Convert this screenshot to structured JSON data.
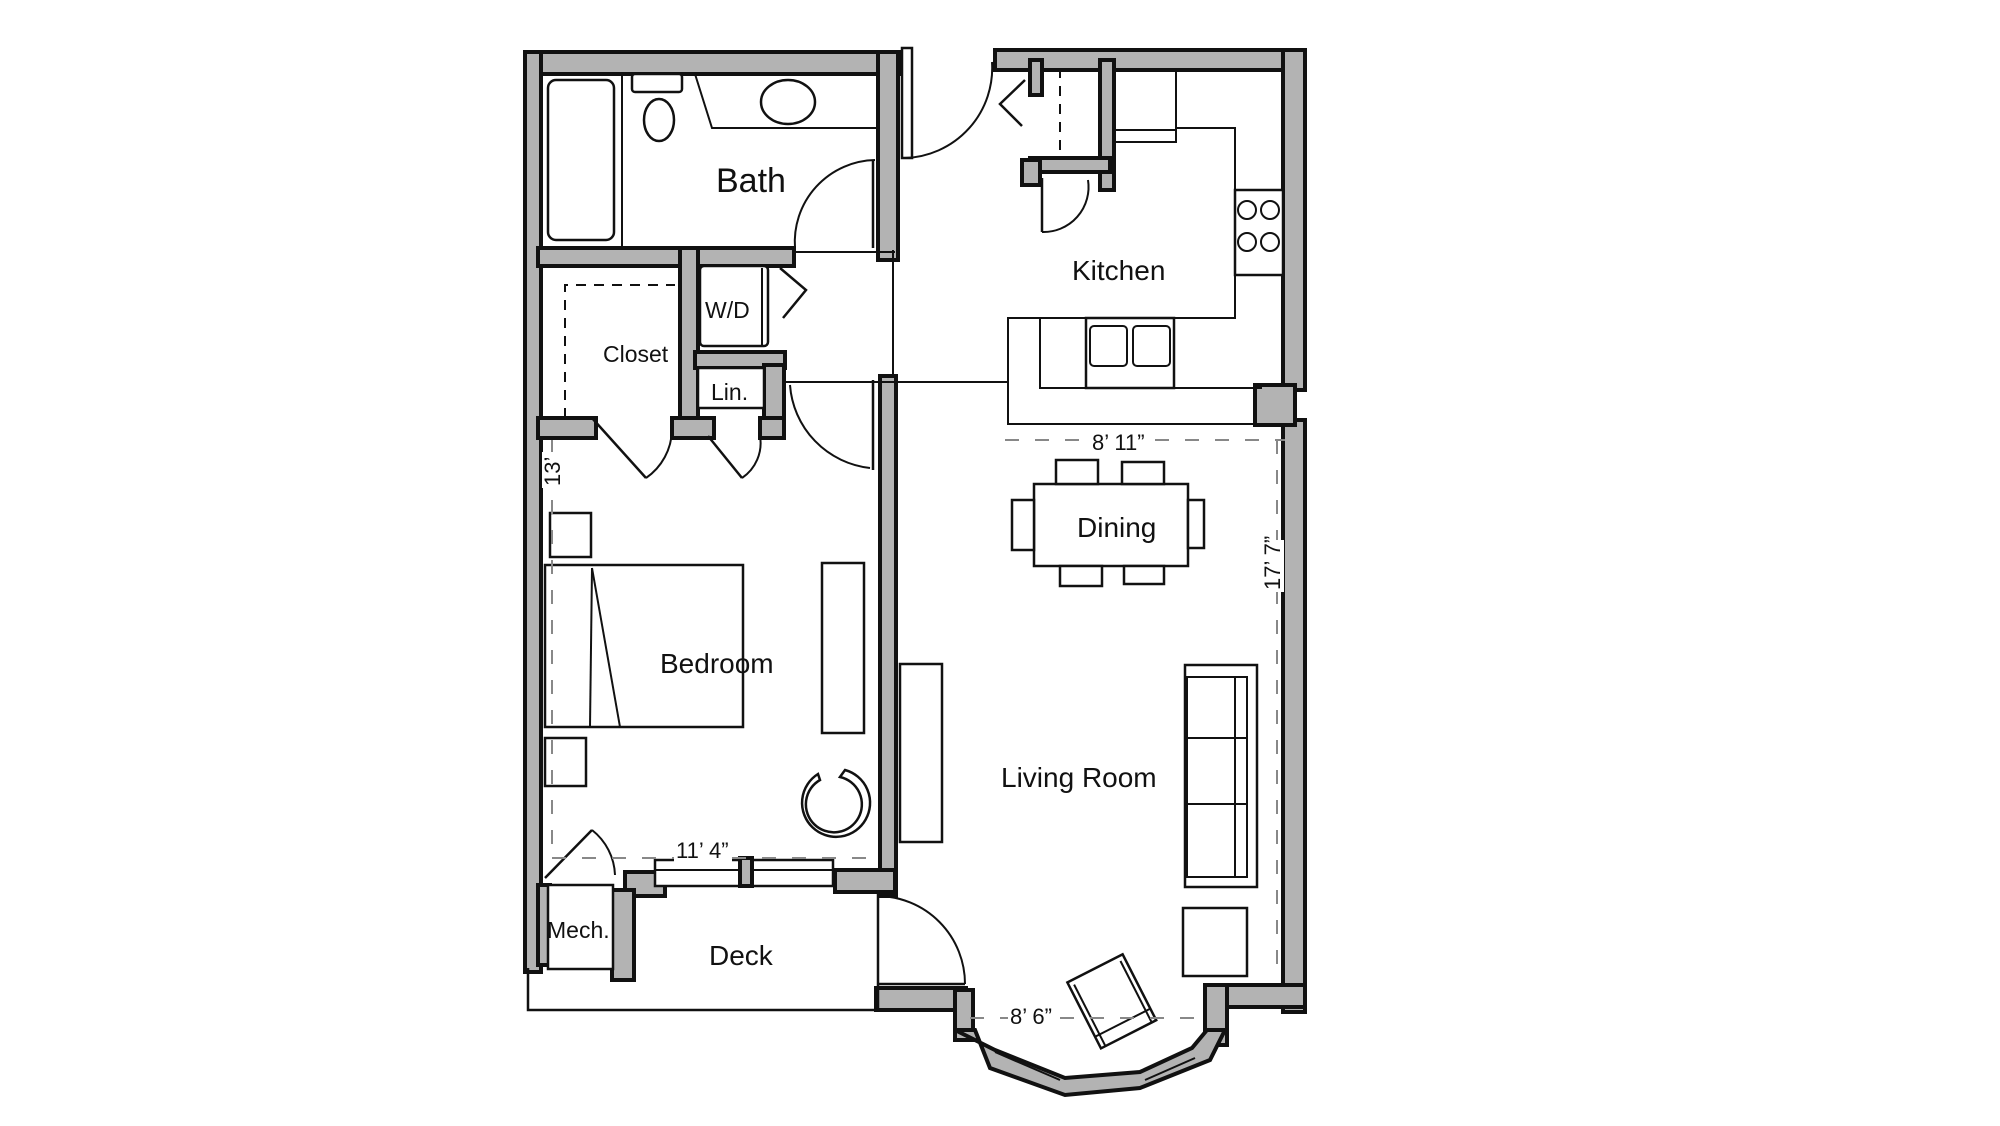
{
  "floor_plan": {
    "wall_color": "#b3b3b3",
    "line_color": "#111111",
    "background": "#ffffff",
    "rooms": {
      "bath": "Bath",
      "kitchen": "Kitchen",
      "closet": "Closet",
      "wd": "W/D",
      "linen": "Lin.",
      "dining": "Dining",
      "bedroom": "Bedroom",
      "living_room": "Living Room",
      "mech": "Mech.",
      "deck": "Deck"
    },
    "dimensions": {
      "dining_width": "8’ 11”",
      "living_depth": "17’ 7”",
      "bedroom_depth": "13’",
      "bedroom_width": "11’ 4”",
      "bay_width": "8’ 6”"
    }
  }
}
